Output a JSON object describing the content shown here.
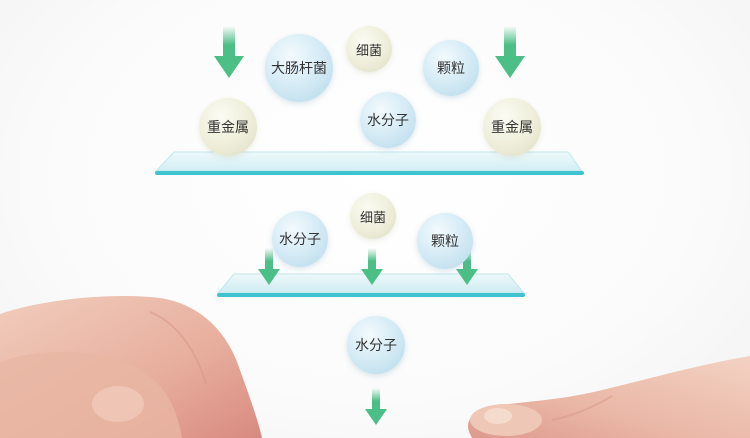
{
  "particles": {
    "ecoli": "大肠杆菌",
    "bacteria_top": "细菌",
    "particle_top": "颗粒",
    "heavy_metal_left": "重金属",
    "water_top": "水分子",
    "heavy_metal_right": "重金属",
    "water_mid": "水分子",
    "bacteria_mid": "细菌",
    "particle_mid": "颗粒",
    "water_bottom": "水分子"
  },
  "colors": {
    "arrow_green": "#4cbf86",
    "membrane_edge": "#3fc4cf",
    "membrane_face": "#d8f1f5",
    "bubble_blue": "#cfe7f3",
    "bubble_cream": "#ecebd6",
    "label_text": "#333333"
  },
  "icons": [
    "down-arrow-icon",
    "filter-membrane",
    "hand"
  ]
}
